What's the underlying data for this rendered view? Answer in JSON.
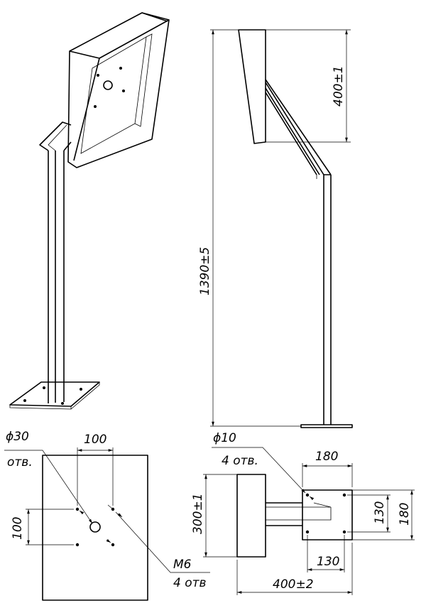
{
  "dimensions": {
    "screen_height": "400±1",
    "total_height": "1390±5",
    "hole_diameter_30": "ϕ30",
    "holes_label_1": "отв.",
    "spacing_100_h": "100",
    "spacing_100_v": "100",
    "thread": "M6",
    "holes_label_2": "4 отв",
    "hole_diameter_10": "ϕ10",
    "holes_label_3": "4 отв.",
    "plate_width": "180",
    "plate_height": "180",
    "hole_spacing_v": "130",
    "hole_spacing_h": "130",
    "housing_height": "300±1",
    "reach": "400±2"
  }
}
